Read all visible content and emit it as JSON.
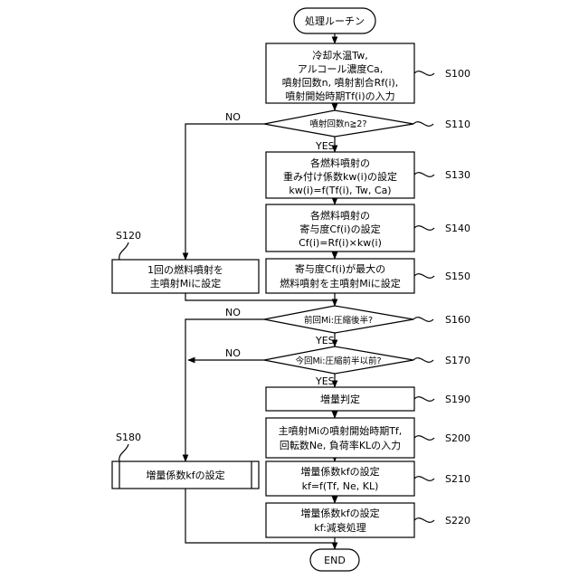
{
  "nodes": {
    "start": {
      "label": "処理ルーチン"
    },
    "s100": {
      "step": "S100",
      "lines": [
        "冷却水温Tw,",
        "アルコール濃度Ca,",
        "噴射回数n, 噴射割合Rf(i),",
        "噴射開始時期Tf(i)の入力"
      ]
    },
    "s110": {
      "step": "S110",
      "question": "噴射回数n≧2?",
      "no": "NO",
      "yes": "YES"
    },
    "s120": {
      "step": "S120",
      "lines": [
        "1回の燃料噴射を",
        "主噴射Miに設定"
      ]
    },
    "s130": {
      "step": "S130",
      "lines": [
        "各燃料噴射の",
        "重み付け係数kw(i)の設定",
        "kw(i)=f(Tf(i), Tw, Ca)"
      ]
    },
    "s140": {
      "step": "S140",
      "lines": [
        "各燃料噴射の",
        "寄与度Cf(i)の設定",
        "Cf(i)=Rf(i)×kw(i)"
      ]
    },
    "s150": {
      "step": "S150",
      "lines": [
        "寄与度Cf(i)が最大の",
        "燃料噴射を主噴射Miに設定"
      ]
    },
    "s160": {
      "step": "S160",
      "question": "前回Mi:圧縮後半?",
      "no": "NO",
      "yes": "YES"
    },
    "s170": {
      "step": "S170",
      "question": "今回Mi:圧縮前半以前?",
      "no": "NO",
      "yes": "YES"
    },
    "s180": {
      "step": "S180",
      "lines": [
        "増量係数kfの設定"
      ]
    },
    "s190": {
      "step": "S190",
      "lines": [
        "増量判定"
      ]
    },
    "s200": {
      "step": "S200",
      "lines": [
        "主噴射Miの噴射開始時期Tf,",
        "回転数Ne, 負荷率KLの入力"
      ]
    },
    "s210": {
      "step": "S210",
      "lines": [
        "増量係数kfの設定",
        "kf=f(Tf, Ne, KL)"
      ]
    },
    "s220": {
      "step": "S220",
      "lines": [
        "増量係数kfの設定",
        "kf:減衰処理"
      ]
    },
    "end": {
      "label": "END"
    }
  }
}
